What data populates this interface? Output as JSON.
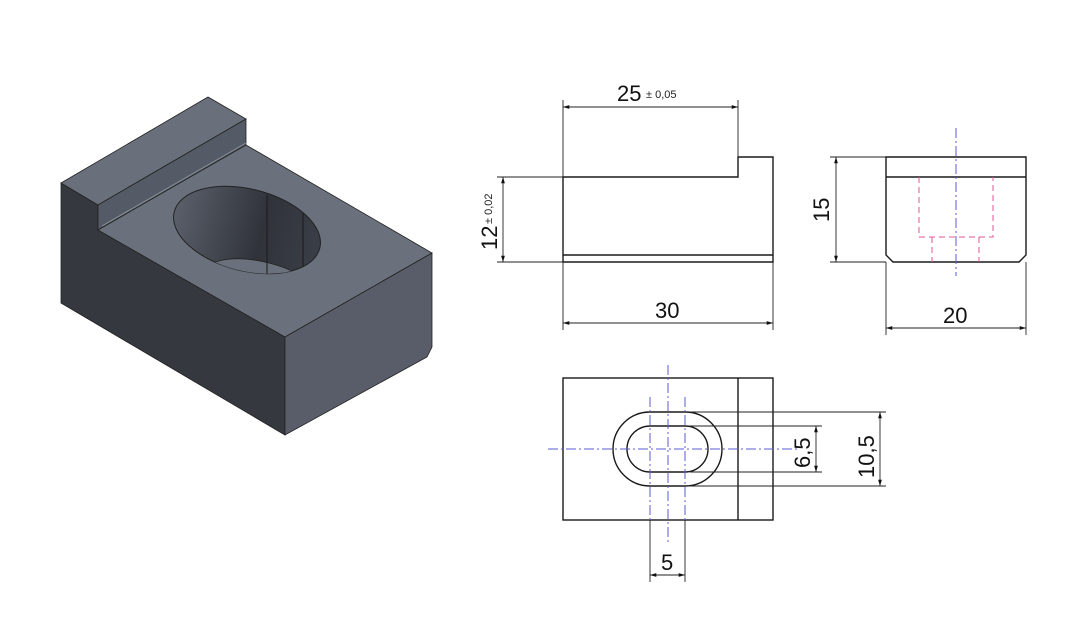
{
  "drawing": {
    "views": [
      "isometric",
      "front",
      "side",
      "top"
    ],
    "colors": {
      "line": "#1a1a1a",
      "centerline": "#5b5bd6",
      "hidden": "#e0559a",
      "solid_top": "#6b717c",
      "solid_left": "#35383f",
      "solid_right": "#585d69"
    },
    "front_view": {
      "width_dim": "30",
      "step_dim": "25",
      "step_tol": "± 0,05",
      "height_dim": "12",
      "height_tol": "± 0,02"
    },
    "side_view": {
      "height_dim": "15",
      "width_dim": "20"
    },
    "top_view": {
      "slot_width_dim": "5",
      "inner_slot_dim": "6,5",
      "outer_slot_dim": "10,5"
    }
  }
}
